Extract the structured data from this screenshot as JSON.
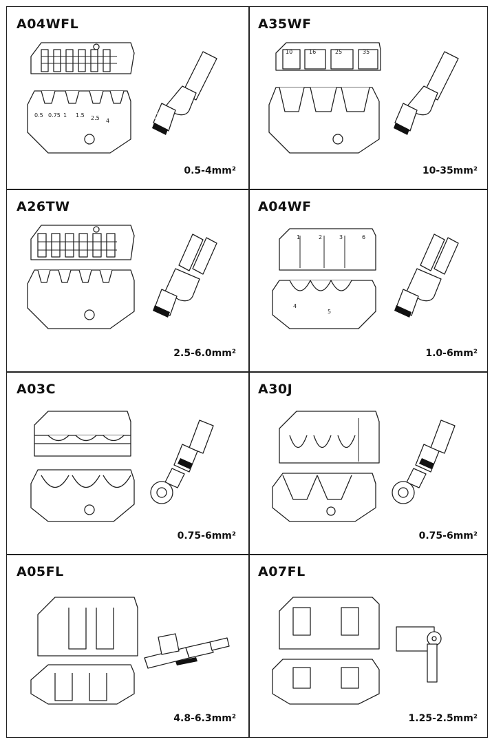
{
  "cells": [
    {
      "code": "A04WFL",
      "range": "0.5-4mm²",
      "die_labels": [
        "0.5",
        "0.75",
        "1",
        "1.5",
        "2.5",
        "4"
      ]
    },
    {
      "code": "A35WF",
      "range": "10-35mm²",
      "die_labels": [
        "10",
        "16",
        "25",
        "35"
      ]
    },
    {
      "code": "A26TW",
      "range": "2.5-6.0mm²"
    },
    {
      "code": "A04WF",
      "range": "1.0-6mm²",
      "die_labels": [
        "1",
        "2",
        "3",
        "6",
        "5",
        "4"
      ]
    },
    {
      "code": "A03C",
      "range": "0.75-6mm²"
    },
    {
      "code": "A30J",
      "range": "0.75-6mm²"
    },
    {
      "code": "A05FL",
      "range": "4.8-6.3mm²"
    },
    {
      "code": "A07FL",
      "range": "1.25-2.5mm²"
    }
  ],
  "icons": [
    "crimp-die-icon",
    "ferrule-terminal-icon",
    "twin-ferrule-icon",
    "ring-terminal-icon",
    "flag-terminal-icon",
    "spade-terminal-icon"
  ]
}
